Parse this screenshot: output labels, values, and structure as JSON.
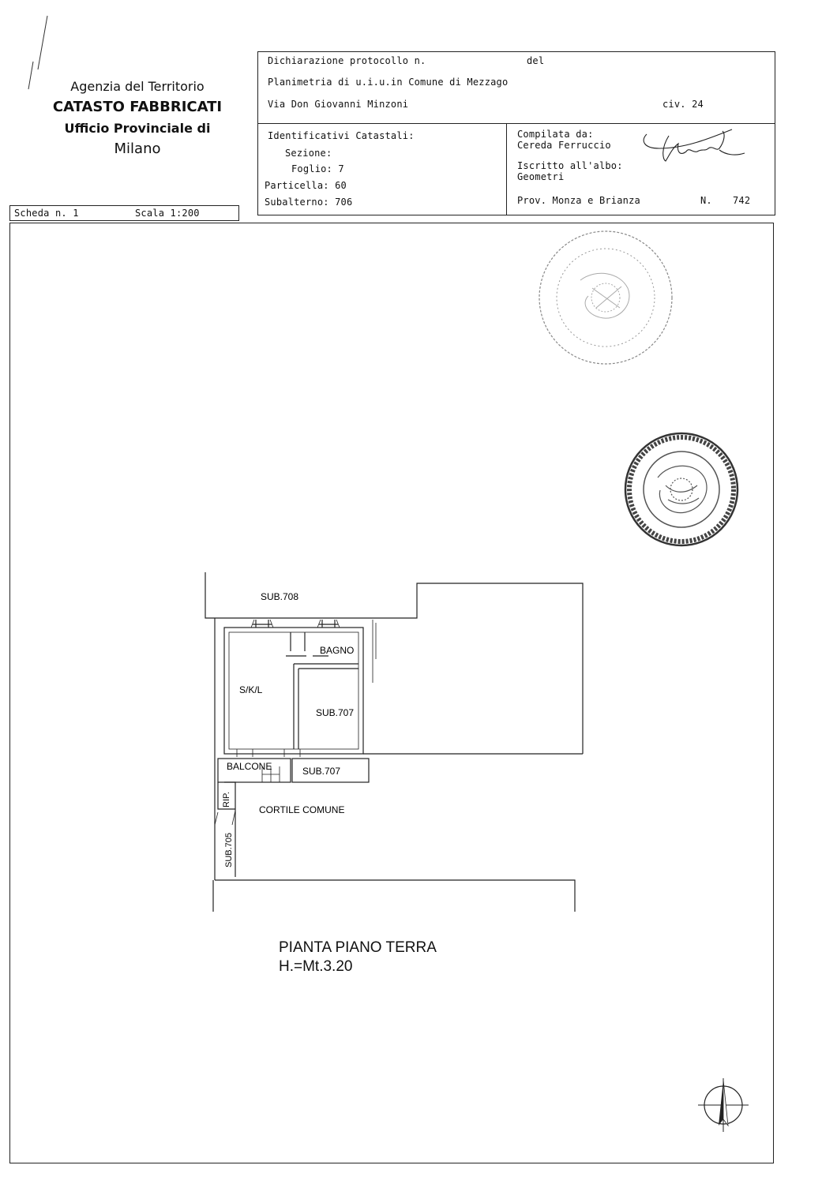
{
  "office": {
    "line1": "Agenzia del Territorio",
    "line2": "CATASTO FABBRICATI",
    "line3": "Ufficio Provinciale di",
    "line4": "Milano"
  },
  "declaration": {
    "protocol_label": "Dichiarazione protocollo n.",
    "del_label": "del",
    "planimetry": "Planimetria di u.i.u.in Comune di Mezzago",
    "address": "Via Don Giovanni Minzoni",
    "civ": "civ. 24"
  },
  "identifiers": {
    "title": "Identificativi Catastali:",
    "sezione": "Sezione:",
    "foglio": "Foglio: 7",
    "particella": "Particella: 60",
    "subalterno": "Subalterno: 706"
  },
  "compiler": {
    "title": "Compilata da:",
    "name": "Cereda Ferruccio",
    "albo": "Iscritto all'albo:",
    "profession": "Geometri",
    "province": "Prov. Monza e Brianza",
    "n_label": "N.",
    "n_value": "742"
  },
  "sheet": {
    "scheda": "Scheda n. 1",
    "scala": "Scala 1:200"
  },
  "plan": {
    "sub708": "SUB.708",
    "bagno": "BAGNO",
    "skl": "S/K/L",
    "sub707_a": "SUB.707",
    "balcone": "BALCONE",
    "sub707_b": "SUB.707",
    "rip": "RIP.",
    "cortile": "CORTILE COMUNE",
    "sub705": "SUB.705"
  },
  "caption": {
    "title": "PIANTA PIANO TERRA",
    "height": "H.=Mt.3.20"
  }
}
